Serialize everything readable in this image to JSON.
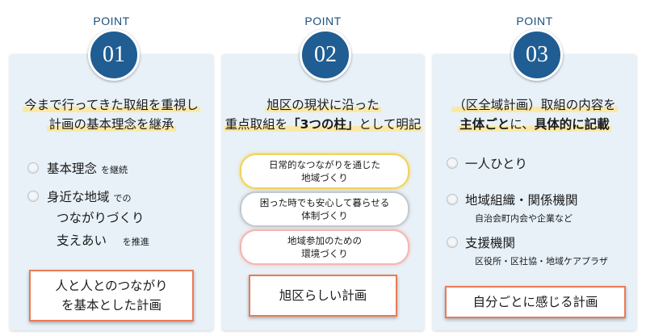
{
  "columns": [
    {
      "point_label": "POINT",
      "number": "01",
      "heading_lines": [
        "今まで行ってきた取組を重視し",
        "計画の基本理念を継承"
      ],
      "items": [
        {
          "text": "基本理念",
          "suffix": "を継続"
        },
        {
          "text": "身近な地域",
          "suffix": "での"
        },
        {
          "text": "つながりづくり"
        },
        {
          "text": "支えあい",
          "suffix": "を推進"
        }
      ],
      "result_lines": [
        "人と人とのつながり",
        "を基本とした計画"
      ]
    },
    {
      "point_label": "POINT",
      "number": "02",
      "heading_lines": [
        "旭区の現状に沿った"
      ],
      "heading2_pre": "重点取組を",
      "heading2_em": "「3つの柱」",
      "heading2_post": "として明記",
      "pillars": [
        {
          "line1": "日常的なつながりを通じた",
          "line2": "地域づくり",
          "color": "#f2d25f"
        },
        {
          "line1": "困った時でも安心して暮らせる",
          "line2": "体制づくり",
          "color": "#c3c9d0"
        },
        {
          "line1": "地域参加のための",
          "line2": "環境づくり",
          "color": "#f2b7b0"
        }
      ],
      "result_lines": [
        "旭区らしい計画"
      ]
    },
    {
      "point_label": "POINT",
      "number": "03",
      "heading_lines": [
        "（区全域計画）取組の内容を"
      ],
      "heading2_em": "主体ごと",
      "heading2_mid": "に、",
      "heading2_em2": "具体的に記載",
      "items": [
        {
          "text": "一人ひとり"
        },
        {
          "text": "地域組織・関係機関",
          "sub": "自治会町内会や企業など"
        },
        {
          "text": "支援機関",
          "sub": "区役所・区社協・地域ケアプラザ"
        }
      ],
      "result_lines": [
        "自分ごとに感じる計画"
      ]
    }
  ],
  "colors": {
    "badge": "#1f5d93",
    "panel": "#e8f1f8",
    "accent_border": "#ec7a55",
    "highlight": "#fbe8a6"
  }
}
